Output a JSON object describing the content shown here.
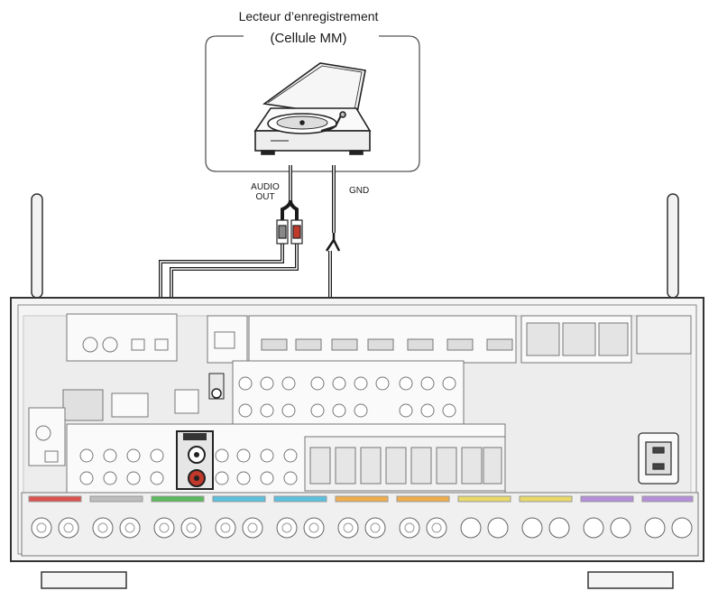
{
  "device": {
    "title_line1": "Lecteur d’enregistrement",
    "title_line2": "(Cellule MM)"
  },
  "connections": {
    "audio_out_line1": "AUDIO",
    "audio_out_line2": "OUT",
    "gnd": "GND"
  },
  "colors": {
    "cable": "#1a1a1a",
    "panel_fill": "#ededed",
    "panel_stroke": "#333333",
    "jack_red": "#c0392b",
    "speaker_band_colors": [
      "#d9534f",
      "#bdbdbd",
      "#5cb85c",
      "#5bc0de",
      "#5bc0de",
      "#f0ad4e",
      "#f0ad4e",
      "#e8d96a",
      "#e8d96a",
      "#b58ed9",
      "#b58ed9"
    ]
  },
  "icons": [
    "turntable-icon",
    "antenna-icon",
    "rca-plug-icon",
    "ground-fork-icon",
    "power-inlet-icon"
  ]
}
